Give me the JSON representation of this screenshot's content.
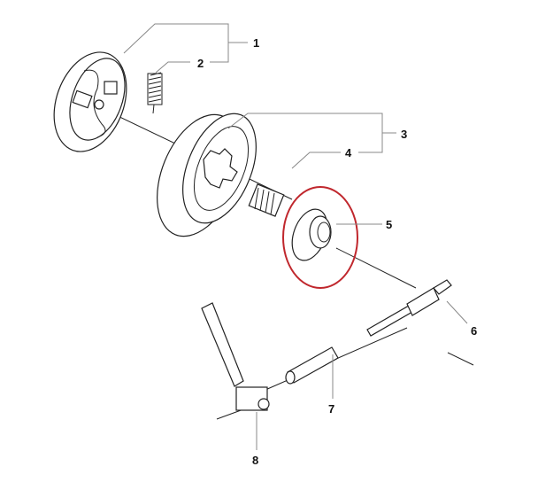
{
  "diagram": {
    "labels": [
      "1",
      "2",
      "3",
      "4",
      "5",
      "6",
      "7",
      "8"
    ],
    "highlight_color": "#c0272d",
    "highlighted_part": "5"
  }
}
